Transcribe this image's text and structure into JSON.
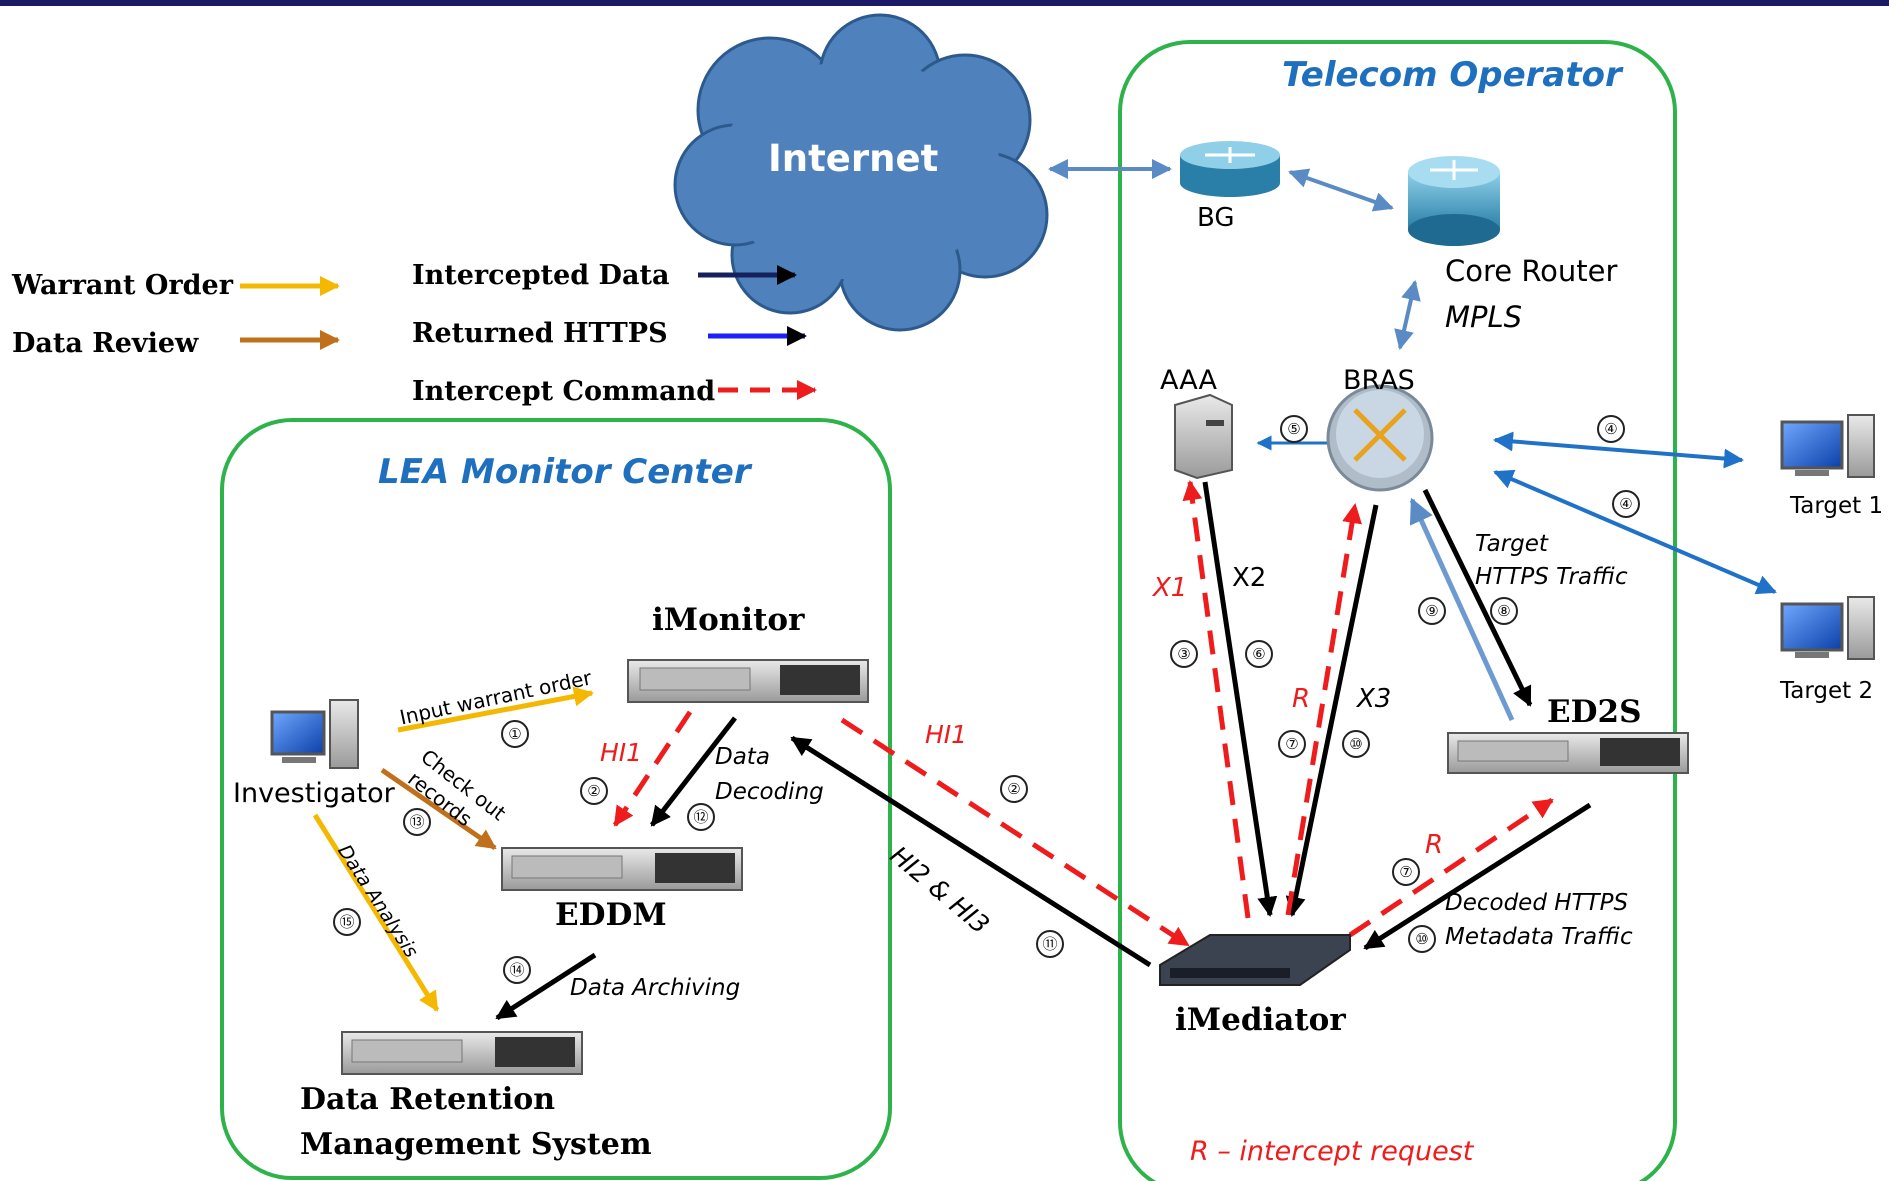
{
  "legend": {
    "warrant_order": "Warrant Order",
    "data_review": "Data Review",
    "intercepted_data": "Intercepted Data",
    "returned_https": "Returned HTTPS",
    "intercept_command": "Intercept Command"
  },
  "colors": {
    "warrant_order": "#f5b800",
    "data_review": "#c0701b",
    "intercepted_data": "#14215a",
    "returned_https": "#1e1eff",
    "intercept_command": "#ee1c1c",
    "link": "#5b8bc4",
    "group_border": "#2db34a",
    "cloud": "#4f81bd"
  },
  "internet": {
    "label": "Internet"
  },
  "telecom": {
    "title": "Telecom Operator",
    "bg": "BG",
    "core_router": "Core Router",
    "mpls": "MPLS",
    "aaa": "AAA",
    "bras": "BRAS",
    "ed2s": "ED2S",
    "imediator": "iMediator",
    "note": "R – intercept request"
  },
  "targets": {
    "t1": "Target 1",
    "t2": "Target 2"
  },
  "lea": {
    "title": "LEA Monitor Center",
    "imonitor": "iMonitor",
    "eddm": "EDDM",
    "investigator": "Investigator",
    "drms_line1": "Data Retention",
    "drms_line2": "Management  System"
  },
  "edge_labels": {
    "input_warrant": "Input warrant order",
    "check_out": "Check out",
    "records": "records",
    "data_analysis": "Data Analysis",
    "data": "Data",
    "decoding": "Decoding",
    "data_archiving": "Data Archiving",
    "hi1": "HI1",
    "hi2_hi3": "HI2 & HI3",
    "x1": "X1",
    "x2": "X2",
    "x3": "X3",
    "r": "R",
    "target": "Target",
    "https_traffic": "HTTPS Traffic",
    "decoded_https": "Decoded HTTPS",
    "metadata_traffic": "Metadata Traffic"
  },
  "steps": {
    "s1": "①",
    "s2": "②",
    "s3": "③",
    "s4": "④",
    "s5": "⑤",
    "s6": "⑥",
    "s7": "⑦",
    "s8": "⑧",
    "s9": "⑨",
    "s10": "⑩",
    "s11": "⑪",
    "s12": "⑫",
    "s13": "⑬",
    "s14": "⑭",
    "s15": "⑮"
  }
}
